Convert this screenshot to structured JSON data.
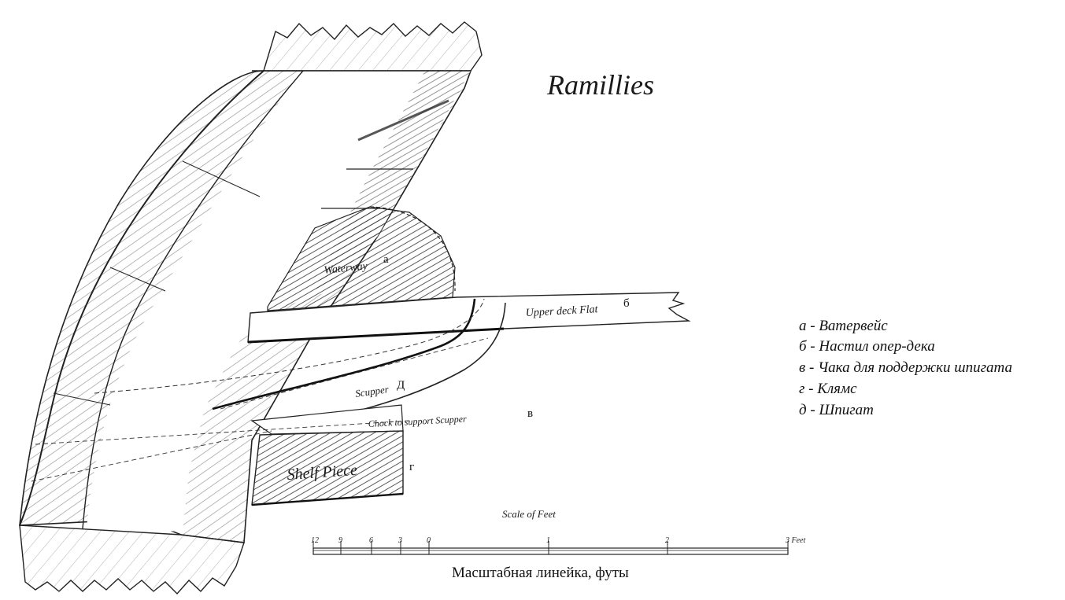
{
  "title": "Ramillies",
  "labels": {
    "waterway": "Waterway",
    "upper_deck_flat": "Upper deck Flat",
    "scupper": "Scupper",
    "chock": "Chock to support Scupper",
    "shelf_piece": "Shelf Piece"
  },
  "markers": {
    "a": "а",
    "b": "б",
    "v": "в",
    "g": "г",
    "d": "Д"
  },
  "legend": [
    "а - Ватервейс",
    "б - Настил опер-дека",
    "в - Чака для поддержки шпигата",
    "г - Клямс",
    "д - Шпигат"
  ],
  "scale": {
    "title": "Scale of Feet",
    "ticks": [
      "12",
      "9",
      "6",
      "3",
      "0",
      "1",
      "2",
      "3 Feet"
    ],
    "caption": "Масштабная линейка, футы"
  }
}
